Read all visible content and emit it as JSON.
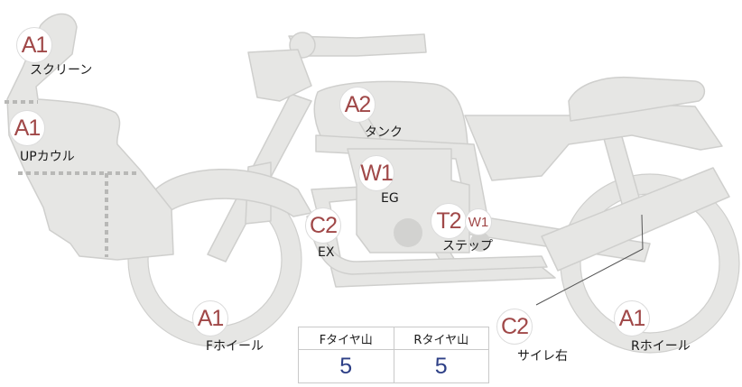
{
  "parts": {
    "screen": {
      "grade": "A1",
      "label": "スクリーン"
    },
    "up_cowl": {
      "grade": "A1",
      "label": "UPカウル"
    },
    "tank": {
      "grade": "A2",
      "label": "タンク"
    },
    "engine": {
      "grade": "W1",
      "label": "EG"
    },
    "exhaust": {
      "grade": "C2",
      "label": "EX"
    },
    "step": {
      "grade": "T2",
      "sub_grade": "W1",
      "label": "ステップ"
    },
    "f_wheel": {
      "grade": "A1",
      "label": "Fホイール"
    },
    "silencer": {
      "grade": "C2",
      "label": "サイレ右"
    },
    "r_wheel": {
      "grade": "A1",
      "label": "Rホイール"
    }
  },
  "tread": {
    "front": {
      "header": "Fタイヤ山",
      "value": "5"
    },
    "rear": {
      "header": "Rタイヤ山",
      "value": "5"
    }
  },
  "colors": {
    "body_fill": "#e6e6e4",
    "outline": "#cdcdcb",
    "grade_text": "#a04848",
    "value_text": "#2d3f86"
  }
}
